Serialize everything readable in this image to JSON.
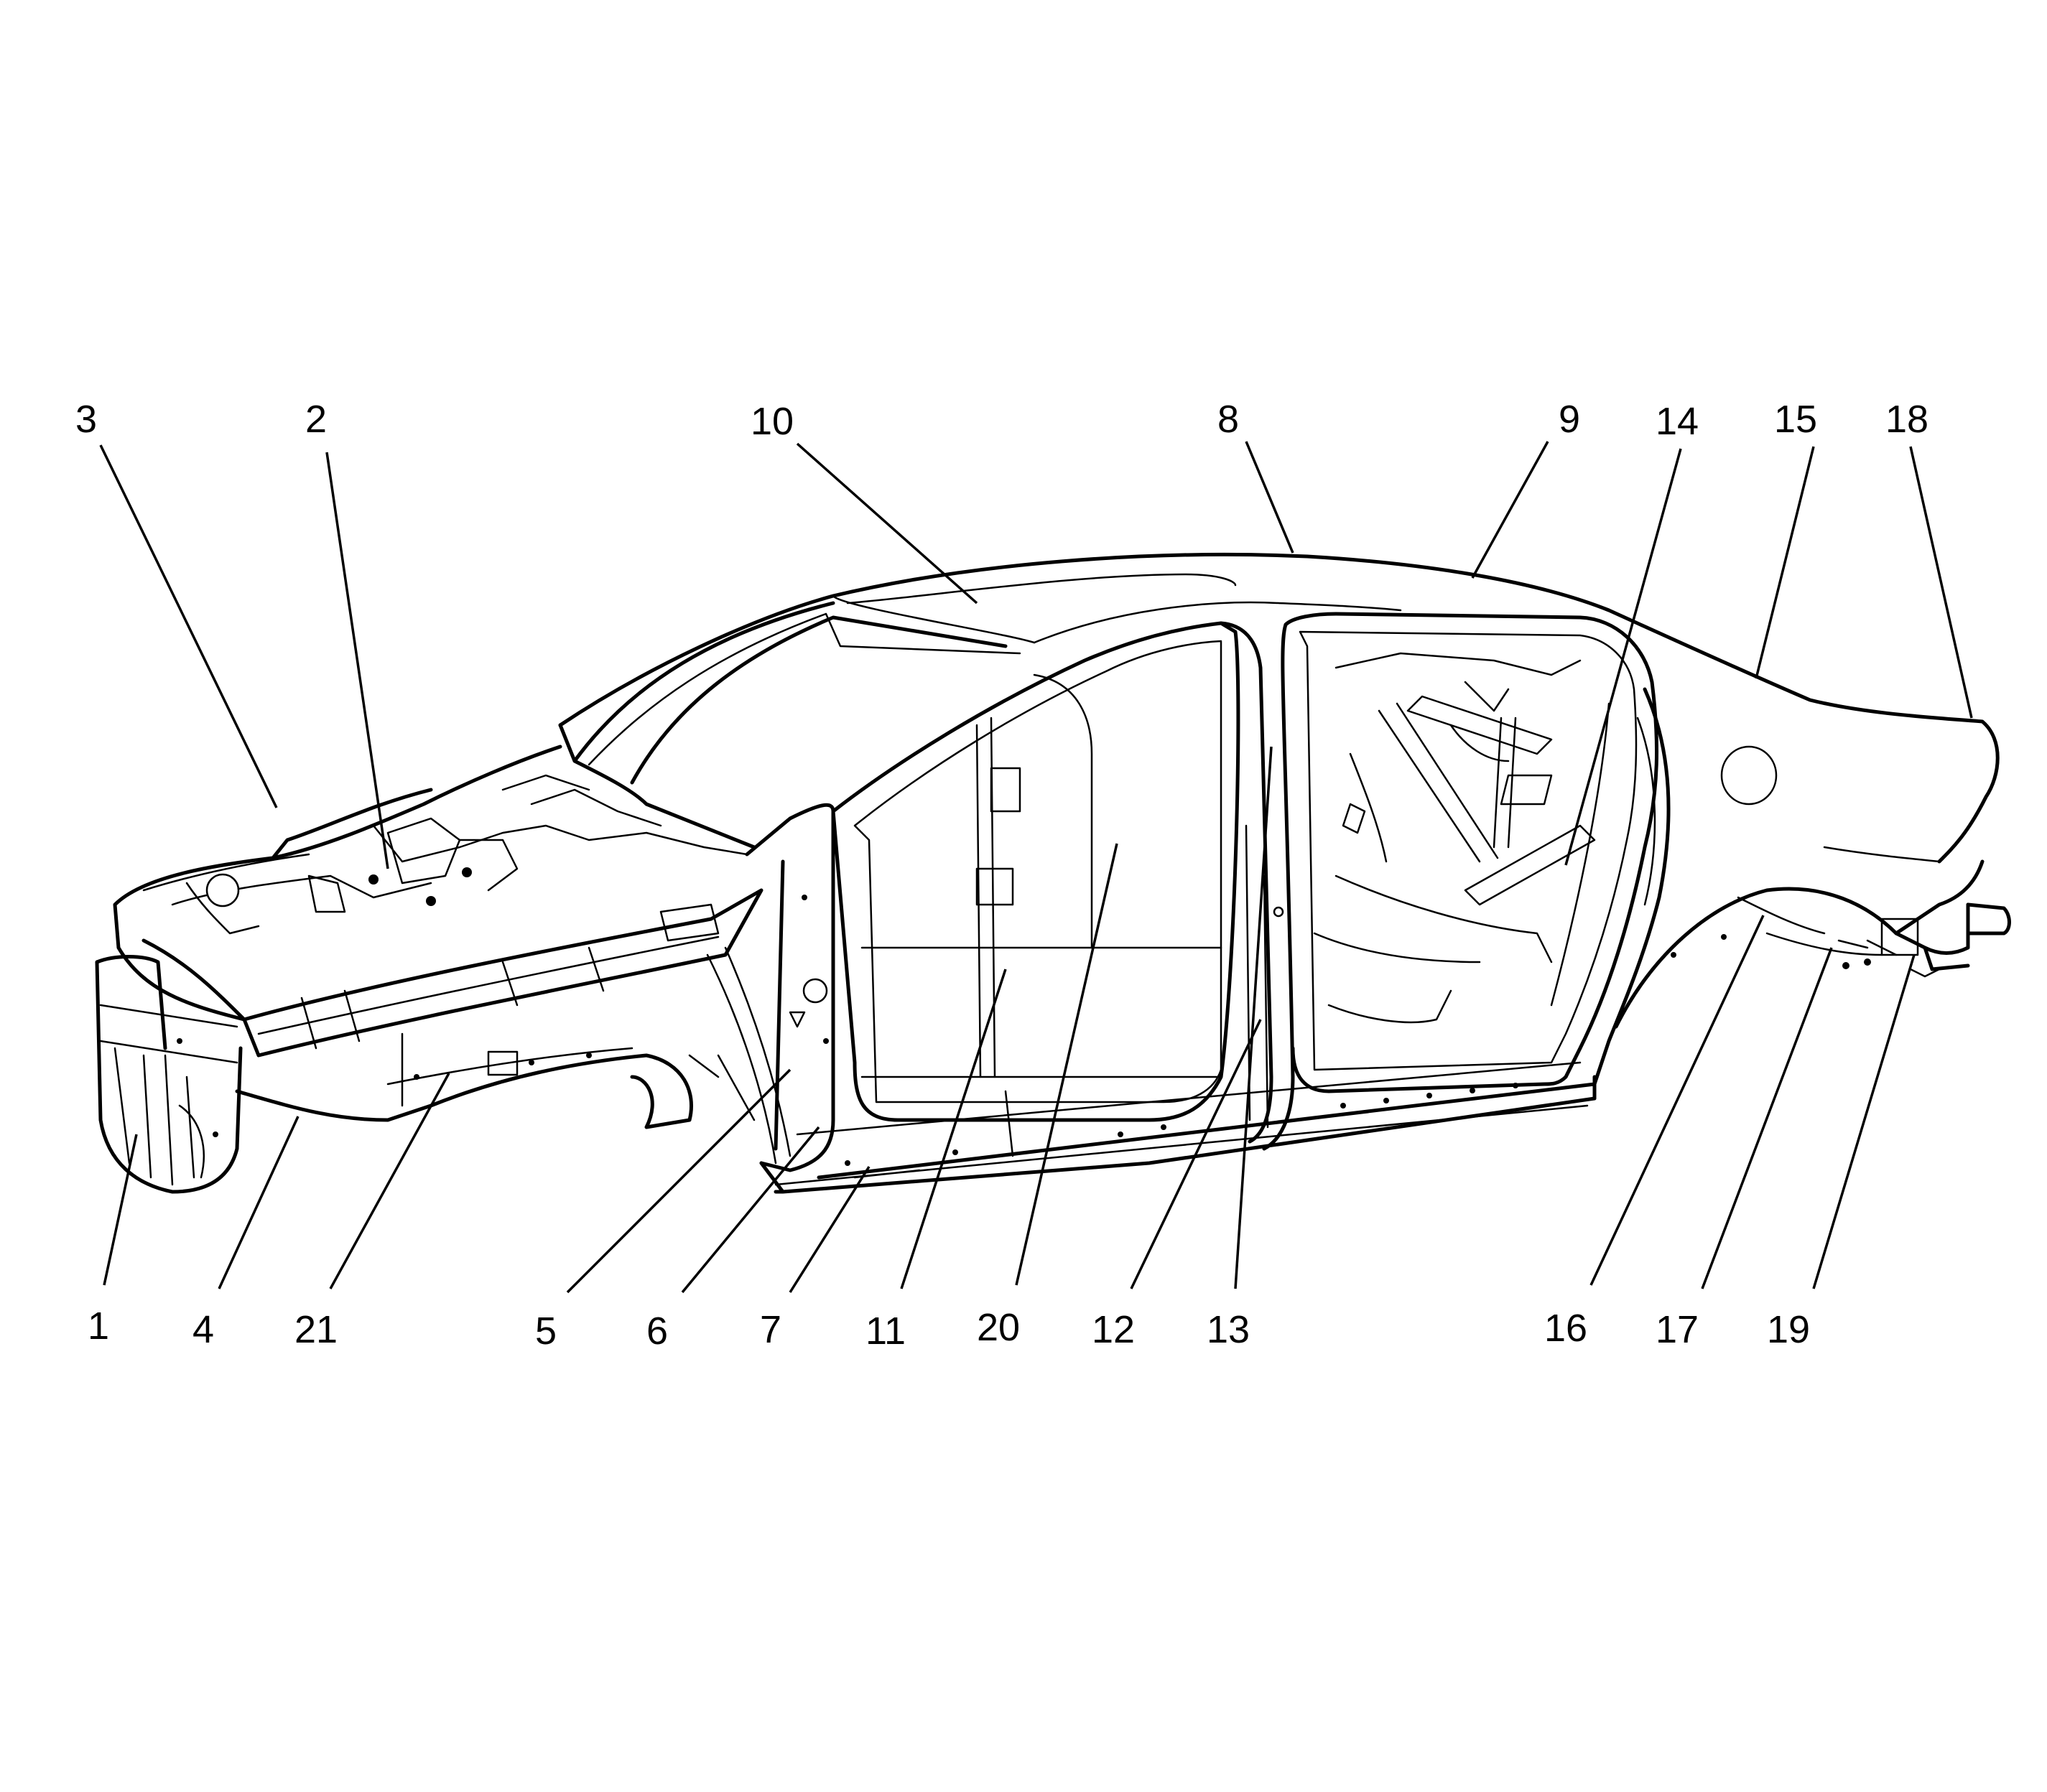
{
  "diagram": {
    "callouts": [
      {
        "id": "1",
        "label": "1"
      },
      {
        "id": "2",
        "label": "2"
      },
      {
        "id": "3",
        "label": "3"
      },
      {
        "id": "4",
        "label": "4"
      },
      {
        "id": "5",
        "label": "5"
      },
      {
        "id": "6",
        "label": "6"
      },
      {
        "id": "7",
        "label": "7"
      },
      {
        "id": "8",
        "label": "8"
      },
      {
        "id": "9",
        "label": "9"
      },
      {
        "id": "10",
        "label": "10"
      },
      {
        "id": "11",
        "label": "11"
      },
      {
        "id": "12",
        "label": "12"
      },
      {
        "id": "13",
        "label": "13"
      },
      {
        "id": "14",
        "label": "14"
      },
      {
        "id": "15",
        "label": "15"
      },
      {
        "id": "16",
        "label": "16"
      },
      {
        "id": "17",
        "label": "17"
      },
      {
        "id": "18",
        "label": "18"
      },
      {
        "id": "19",
        "label": "19"
      },
      {
        "id": "20",
        "label": "20"
      },
      {
        "id": "21",
        "label": "21"
      }
    ],
    "colors": {
      "line": "#000000",
      "background": "#ffffff"
    }
  }
}
